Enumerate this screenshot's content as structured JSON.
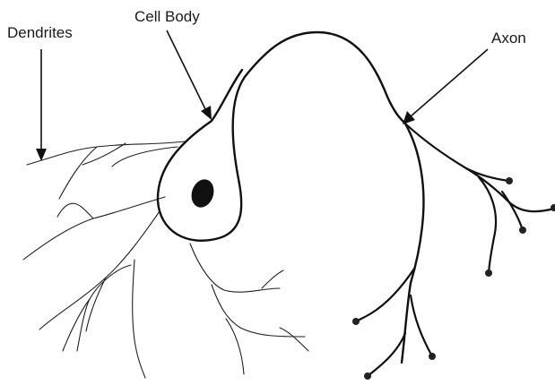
{
  "labels": {
    "dendrites": "Dendrites",
    "cell_body": "Cell Body",
    "axon": "Axon"
  },
  "colors": {
    "stroke": "#111111",
    "background": "#ffffff"
  }
}
